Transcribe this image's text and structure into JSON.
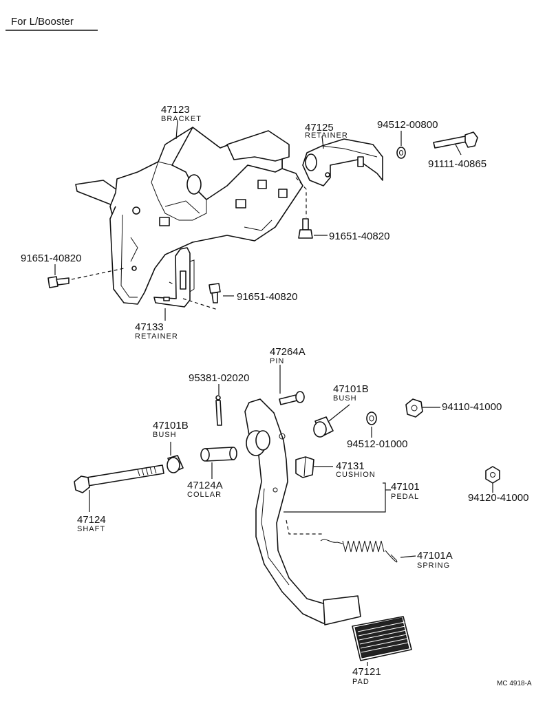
{
  "header": {
    "title": "For  L/Booster"
  },
  "footer": {
    "code": "MC 4918-A"
  },
  "parts": {
    "p47123": {
      "number": "47123",
      "name": "BRACKET"
    },
    "p47125": {
      "number": "47125",
      "name": "RETAINER"
    },
    "p9451200800": {
      "number": "94512-00800"
    },
    "p9111140865": {
      "number": "91111-40865"
    },
    "p9165140820_a": {
      "number": "91651-40820"
    },
    "p9165140820_b": {
      "number": "91651-40820"
    },
    "p9165140820_c": {
      "number": "91651-40820"
    },
    "p47133": {
      "number": "47133",
      "name": "RETAINER"
    },
    "p47264A": {
      "number": "47264A",
      "name": "PIN"
    },
    "p9538102020": {
      "number": "95381-02020"
    },
    "p47101B_a": {
      "number": "47101B",
      "name": "BUSH"
    },
    "p47101B_b": {
      "number": "47101B",
      "name": "BUSH"
    },
    "p9411041000": {
      "number": "94110-41000"
    },
    "p9451201000": {
      "number": "94512-01000"
    },
    "p47131": {
      "number": "47131",
      "name": "CUSHION"
    },
    "p47101": {
      "number": "47101",
      "name": "PEDAL"
    },
    "p9412041000": {
      "number": "94120-41000"
    },
    "p47124A": {
      "number": "47124A",
      "name": "COLLAR"
    },
    "p47124": {
      "number": "47124",
      "name": "SHAFT"
    },
    "p47101A": {
      "number": "47101A",
      "name": "SPRING"
    },
    "p47121": {
      "number": "47121",
      "name": "PAD"
    }
  }
}
